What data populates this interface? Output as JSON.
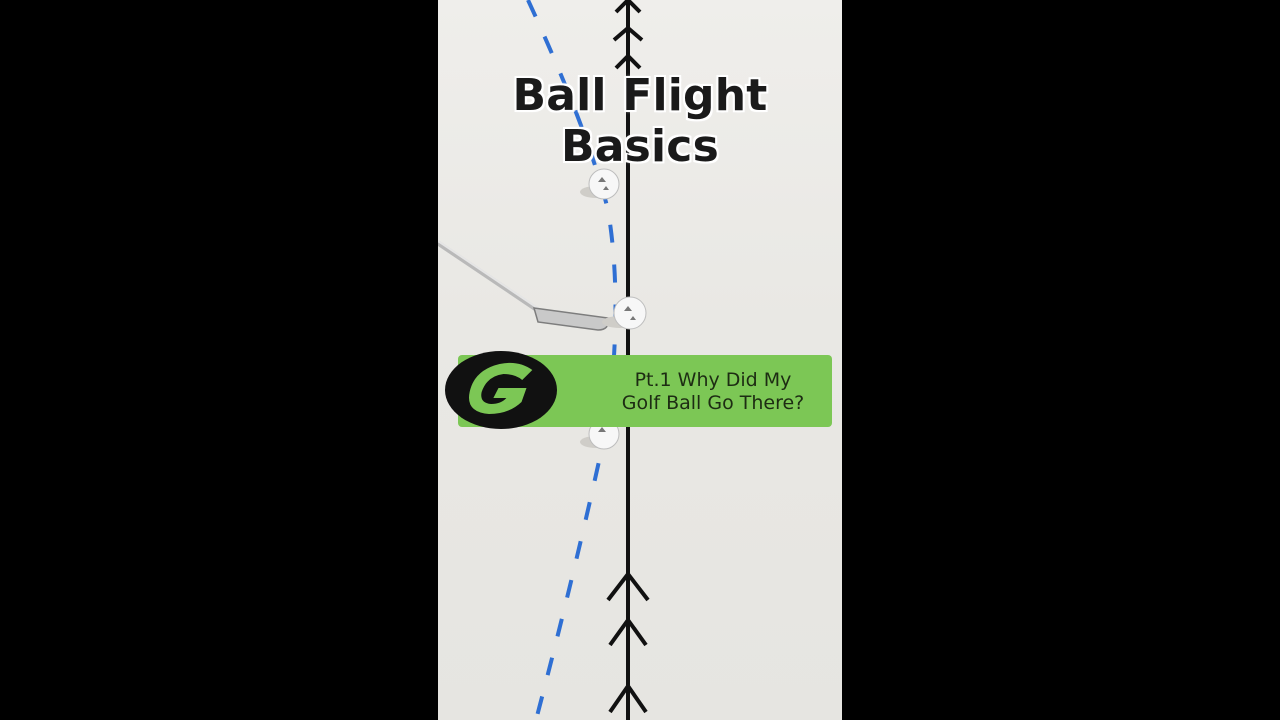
{
  "overlay": {
    "title": "Ball Flight Basics",
    "subtitle_line1": "Pt.1 Why Did My",
    "subtitle_line2": "Golf Ball Go There?"
  },
  "colors": {
    "frame_background": "#000000",
    "banner_green": "#7cc755",
    "path_blue": "#2f6fd3",
    "target_line_black": "#111111"
  },
  "icons": {
    "logo": "g-logo-icon"
  }
}
